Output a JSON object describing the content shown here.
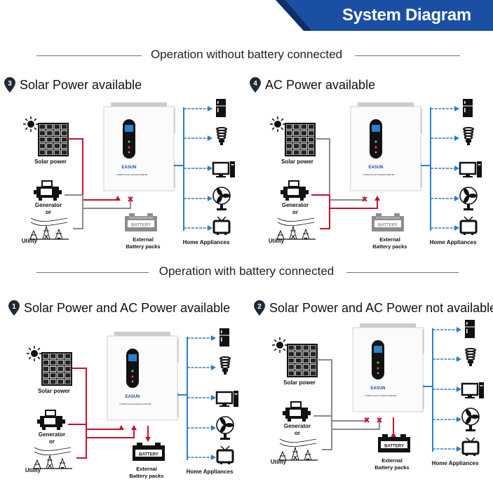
{
  "header": {
    "title": "System Diagram",
    "accent": "#1a4fa3"
  },
  "sections": [
    {
      "heading": "Operation without battery connected"
    },
    {
      "heading": "Operation with battery connected"
    }
  ],
  "scenarios": [
    {
      "number": "3",
      "title": "Solar Power available"
    },
    {
      "number": "4",
      "title": "AC Power available"
    },
    {
      "number": "1",
      "title": "Solar Power and AC Power available"
    },
    {
      "number": "2",
      "title": "Solar Power and AC Power not available"
    }
  ],
  "labels": {
    "solar": "Solar power",
    "generator": "Generator",
    "or": "or",
    "utility": "Utility",
    "battery": "BATTERY",
    "battery_caption_1": "External",
    "battery_caption_2": "Battery packs",
    "appliances": "Home Appliances",
    "inverter_brand": "EASUN",
    "inverter_model": "HYBRID SOLAR CHARGE INVERTER"
  },
  "colors": {
    "flow_red": "#c8102e",
    "flow_gray": "#8a8a8a",
    "appliance_blue": "#2b7fd0"
  }
}
